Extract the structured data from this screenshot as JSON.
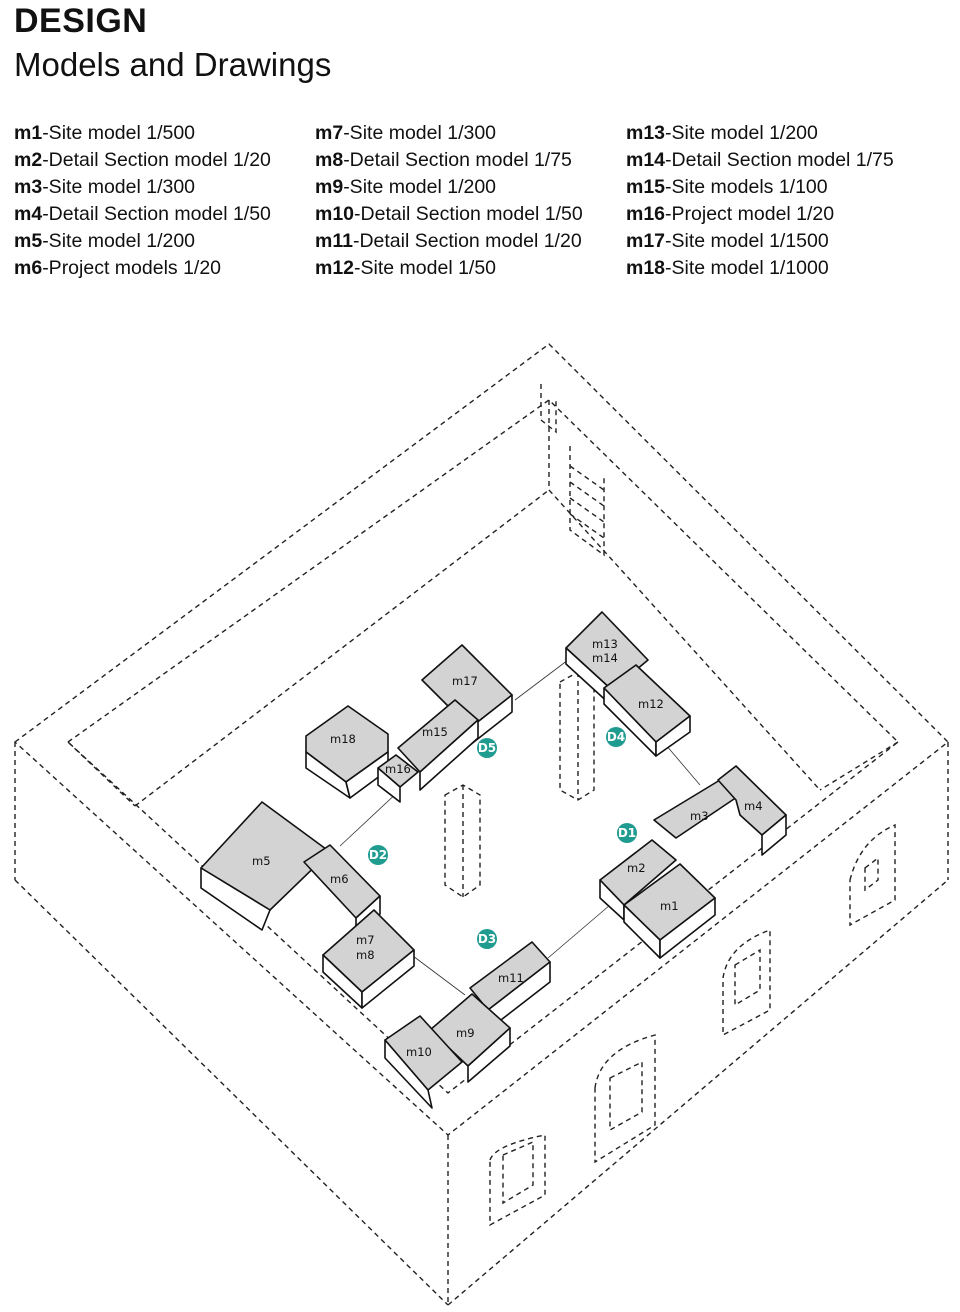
{
  "header": {
    "title": "DESIGN",
    "subtitle": "Models and Drawings"
  },
  "legend": {
    "columns": [
      [
        {
          "id": "m1",
          "desc": "-Site model  1/500"
        },
        {
          "id": "m2",
          "desc": "-Detail Section model  1/20"
        },
        {
          "id": "m3",
          "desc": "-Site model  1/300"
        },
        {
          "id": "m4",
          "desc": "-Detail Section model  1/50"
        },
        {
          "id": "m5",
          "desc": "-Site model  1/200"
        },
        {
          "id": "m6",
          "desc": "-Project models  1/20"
        }
      ],
      [
        {
          "id": "m7",
          "desc": "-Site model  1/300"
        },
        {
          "id": "m8",
          "desc": "-Detail Section model  1/75"
        },
        {
          "id": "m9",
          "desc": "-Site model  1/200"
        },
        {
          "id": "m10",
          "desc": "-Detail Section model  1/50"
        },
        {
          "id": "m11",
          "desc": "-Detail Section model  1/20"
        },
        {
          "id": "m12",
          "desc": "-Site model  1/50"
        }
      ],
      [
        {
          "id": "m13",
          "desc": "-Site model  1/200"
        },
        {
          "id": "m14",
          "desc": "-Detail Section model  1/75"
        },
        {
          "id": "m15",
          "desc": "-Site models  1/100"
        },
        {
          "id": "m16",
          "desc": "-Project model  1/20"
        },
        {
          "id": "m17",
          "desc": "-Site model  1/1500"
        },
        {
          "id": "m18",
          "desc": "-Site model  1/1000"
        }
      ]
    ]
  },
  "diagram": {
    "model_labels": {
      "m1": "m1",
      "m2": "m2",
      "m3": "m3",
      "m4": "m4",
      "m5": "m5",
      "m6": "m6",
      "m7": "m7",
      "m8": "m8",
      "m9": "m9",
      "m10": "m10",
      "m11": "m11",
      "m12": "m12",
      "m13": "m13",
      "m14": "m14",
      "m15": "m15",
      "m16": "m16",
      "m17": "m17",
      "m18": "m18"
    },
    "markers": {
      "D1": "D1",
      "D2": "D2",
      "D3": "D3",
      "D4": "D4",
      "D5": "D5"
    },
    "colors": {
      "block_top": "#d3d3d3",
      "marker": "#1f9b8f",
      "line": "#111111"
    }
  }
}
